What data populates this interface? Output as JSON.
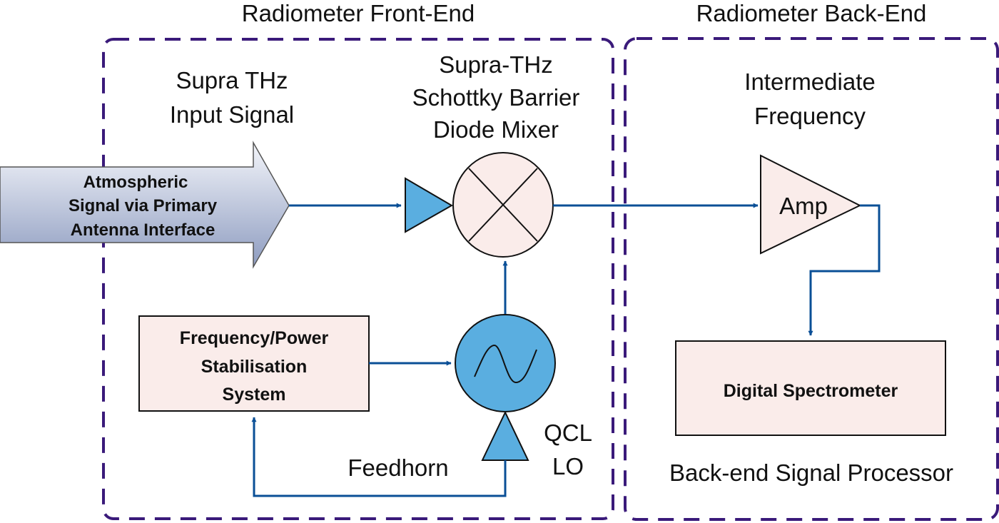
{
  "diagram": {
    "regions": {
      "front_end": {
        "title": "Radiometer Front-End"
      },
      "back_end": {
        "title": "Radiometer Back-End"
      }
    },
    "input_arrow": {
      "lines": [
        "Atmospheric",
        "Signal via Primary",
        "Antenna Interface"
      ]
    },
    "labels": {
      "input_signal": [
        "Supra THz",
        "Input Signal"
      ],
      "mixer": [
        "Supra-THz",
        "Schottky Barrier",
        "Diode Mixer"
      ],
      "intermediate_frequency": [
        "Intermediate",
        "Frequency"
      ],
      "feedhorn": "Feedhorn",
      "qcl_lo": [
        "QCL",
        "LO"
      ],
      "back_end_processor": "Back-end Signal Processor"
    },
    "blocks": {
      "amplifier": "Amp",
      "stabilisation": [
        "Frequency/Power",
        "Stabilisation",
        "System"
      ],
      "spectrometer": "Digital Spectrometer"
    },
    "colors": {
      "region_border": "#3a1a7a",
      "signal_line": "#0a4f96",
      "block_fill": "#faecea",
      "component_blue": "#5aaee0",
      "arrow_gradient_top": "#f3f5fa",
      "arrow_gradient_bottom": "#8e9cc0"
    }
  }
}
